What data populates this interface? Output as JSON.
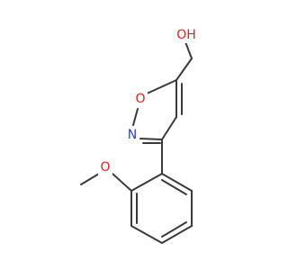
{
  "molecule": {
    "description_hidden": "",
    "atoms": [
      {
        "id": "OH",
        "label": "OH",
        "color": "#e02020"
      },
      {
        "id": "O_ring",
        "label": "O",
        "color": "#e02020"
      },
      {
        "id": "N_ring",
        "label": "N",
        "color": "#2c3fd0"
      },
      {
        "id": "O_methoxy",
        "label": "O",
        "color": "#e02020"
      }
    ]
  }
}
